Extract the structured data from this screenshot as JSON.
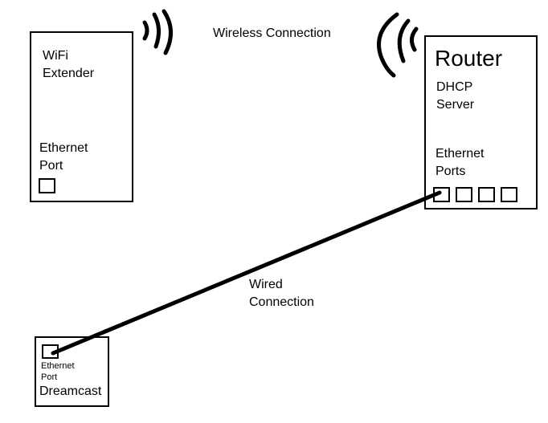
{
  "colors": {
    "line": "#000000",
    "background": "#ffffff"
  },
  "extender": {
    "title": "WiFi\nExtender",
    "port_label": "Ethernet\nPort",
    "signal_icon": "wifi-waves-icon"
  },
  "router": {
    "title": "Router",
    "subtitle": "DHCP\nServer",
    "ports_label": "Ethernet\nPorts",
    "port_count": 4,
    "signal_icon": "wifi-waves-icon"
  },
  "dreamcast": {
    "title": "Dreamcast",
    "port_label": "Ethernet\nPort"
  },
  "connections": {
    "wireless_label": "Wireless Connection",
    "wired_label": "Wired\nConnection"
  }
}
